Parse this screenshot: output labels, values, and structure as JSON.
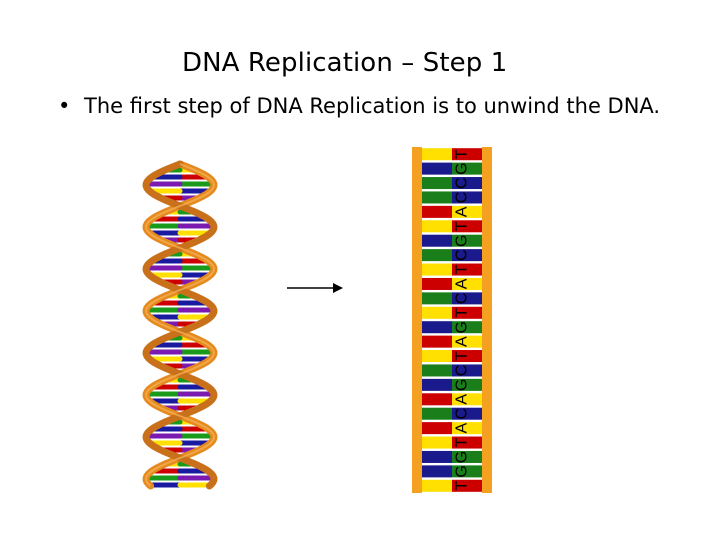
{
  "slide": {
    "title": "DNA Replication – Step 1",
    "bullet_marker": "•",
    "bullet_text": "The first step of DNA Replication is to unwind the DNA."
  },
  "unwound_dna": {
    "bases": [
      "T",
      "G",
      "G",
      "T",
      "A",
      "C",
      "A",
      "G",
      "C",
      "T",
      "A",
      "G",
      "T",
      "C",
      "A",
      "T",
      "C",
      "G",
      "T",
      "A",
      "C",
      "C",
      "G",
      "T"
    ],
    "base_colors": {
      "A": "#ffe000",
      "T": "#cc0000",
      "G": "#1a7f1a",
      "C": "#1a1a8c"
    },
    "backbone_color": "#f4a020"
  },
  "helix": {
    "backbone_color": "#e58a1f",
    "rung_colors": [
      "#ffe000",
      "#cc0000",
      "#1a9a1a",
      "#1a1aa0",
      "#7a1ab0"
    ]
  },
  "arrow": {
    "direction": "right"
  }
}
